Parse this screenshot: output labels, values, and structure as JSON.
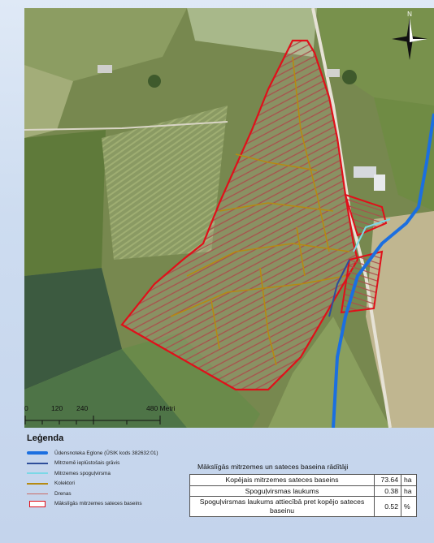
{
  "map": {
    "north_label": "N",
    "scale": {
      "labels": [
        "0",
        "120",
        "240",
        "480 Metri"
      ]
    }
  },
  "legend": {
    "title": "Leģenda",
    "items": [
      {
        "label": "Ūdensnoteka Eglone (ŪSIK kods 382632:01)",
        "color": "#1b6fe0",
        "symbol": "thick-line"
      },
      {
        "label": "Mitrzemē ieplūstošais grāvis",
        "color": "#2e4e9a",
        "symbol": "line"
      },
      {
        "label": "Mitrzemes spoguļvirsma",
        "color": "#7ad8e6",
        "symbol": "line"
      },
      {
        "label": "Kolektori",
        "color": "#b58a12",
        "symbol": "line"
      },
      {
        "label": "Drenas",
        "color": "#c96b66",
        "symbol": "thin-line"
      },
      {
        "label": "Mākslīgās mitrzemes sateces baseins",
        "color": "#e0101a",
        "symbol": "box"
      }
    ]
  },
  "table": {
    "title": "Mākslīgās mitrzemes un sateces baseina rādītāji",
    "rows": [
      {
        "desc": "Kopējais mitrzemes sateces baseins",
        "value": "73.64",
        "unit": "ha"
      },
      {
        "desc": "Spoguļvirsmas laukums",
        "value": "0.38",
        "unit": "ha"
      },
      {
        "desc": "Spoguļvirsmas laukums attiecībā pret kopējo sateces baseinu",
        "value": "0.52",
        "unit": "%"
      }
    ]
  }
}
